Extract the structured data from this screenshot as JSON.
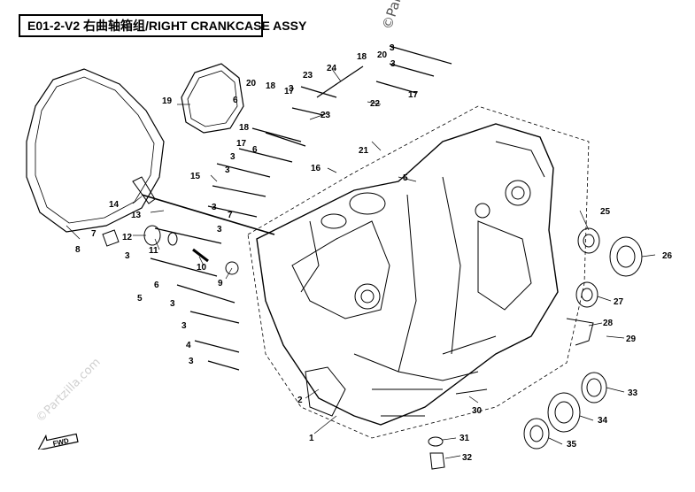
{
  "title": "E01-2-V2 右曲轴箱组/RIGHT CRANKCASE ASSY",
  "watermarks": [
    "©Partzilla.com",
    "©Partzilla.com"
  ],
  "fwd_label": "FWD",
  "callouts": [
    {
      "id": "c1",
      "label": "1"
    },
    {
      "id": "c2",
      "label": "2"
    },
    {
      "id": "c3a",
      "label": "3"
    },
    {
      "id": "c3b",
      "label": "3"
    },
    {
      "id": "c3c",
      "label": "3"
    },
    {
      "id": "c3d",
      "label": "3"
    },
    {
      "id": "c3e",
      "label": "3"
    },
    {
      "id": "c3f",
      "label": "3"
    },
    {
      "id": "c3g",
      "label": "3"
    },
    {
      "id": "c3h",
      "label": "3"
    },
    {
      "id": "c3i",
      "label": "3"
    },
    {
      "id": "c3j",
      "label": "3"
    },
    {
      "id": "c3k",
      "label": "3"
    },
    {
      "id": "c4",
      "label": "4"
    },
    {
      "id": "c5a",
      "label": "5"
    },
    {
      "id": "c5b",
      "label": "5"
    },
    {
      "id": "c6a",
      "label": "6"
    },
    {
      "id": "c6b",
      "label": "6"
    },
    {
      "id": "c6c",
      "label": "6"
    },
    {
      "id": "c7a",
      "label": "7"
    },
    {
      "id": "c7b",
      "label": "7"
    },
    {
      "id": "c8",
      "label": "8"
    },
    {
      "id": "c9",
      "label": "9"
    },
    {
      "id": "c10",
      "label": "10"
    },
    {
      "id": "c11",
      "label": "11"
    },
    {
      "id": "c12",
      "label": "12"
    },
    {
      "id": "c13",
      "label": "13"
    },
    {
      "id": "c14",
      "label": "14"
    },
    {
      "id": "c15",
      "label": "15"
    },
    {
      "id": "c16",
      "label": "16"
    },
    {
      "id": "c17a",
      "label": "17"
    },
    {
      "id": "c17b",
      "label": "17"
    },
    {
      "id": "c17c",
      "label": "17"
    },
    {
      "id": "c18a",
      "label": "18"
    },
    {
      "id": "c18b",
      "label": "18"
    },
    {
      "id": "c18c",
      "label": "18"
    },
    {
      "id": "c19",
      "label": "19"
    },
    {
      "id": "c20a",
      "label": "20"
    },
    {
      "id": "c20b",
      "label": "20"
    },
    {
      "id": "c21",
      "label": "21"
    },
    {
      "id": "c22",
      "label": "22"
    },
    {
      "id": "c23a",
      "label": "23"
    },
    {
      "id": "c23b",
      "label": "23"
    },
    {
      "id": "c24",
      "label": "24"
    },
    {
      "id": "c25",
      "label": "25"
    },
    {
      "id": "c26",
      "label": "26"
    },
    {
      "id": "c27",
      "label": "27"
    },
    {
      "id": "c28",
      "label": "28"
    },
    {
      "id": "c29",
      "label": "29"
    },
    {
      "id": "c30",
      "label": "30"
    },
    {
      "id": "c31",
      "label": "31"
    },
    {
      "id": "c32",
      "label": "32"
    },
    {
      "id": "c33",
      "label": "33"
    },
    {
      "id": "c34",
      "label": "34"
    },
    {
      "id": "c35",
      "label": "35"
    }
  ]
}
